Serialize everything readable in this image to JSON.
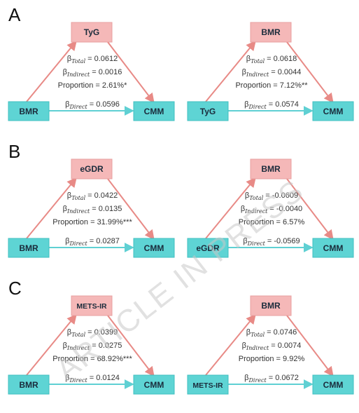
{
  "colors": {
    "mediator_fill": "#f5b8b8",
    "mediator_stroke": "#e8a0a0",
    "node_fill": "#5ed4d4",
    "node_stroke": "#40bfc0",
    "path_arrow": "#e88a86",
    "direct_arrow": "#5fd0d3"
  },
  "watermark": "ARTICLE IN PRESS",
  "panels": [
    {
      "letter": "A",
      "diagrams": [
        {
          "mediator": "TyG",
          "exposure": "BMR",
          "outcome": "CMM",
          "total_label": "β",
          "total_sub": "Total",
          "total_value": "= 0.0612",
          "indirect_label": "β",
          "indirect_sub": "Indirect",
          "indirect_value": "= 0.0016",
          "proportion": "Proportion = 2.61%*",
          "direct_label": "β",
          "direct_sub": "Direct",
          "direct_value": "= 0.0596"
        },
        {
          "mediator": "BMR",
          "exposure": "TyG",
          "outcome": "CMM",
          "total_label": "β",
          "total_sub": "Total",
          "total_value": "= 0.0618",
          "indirect_label": "β",
          "indirect_sub": "Indirect",
          "indirect_value": "= 0.0044",
          "proportion": "Proportion = 7.12%**",
          "direct_label": "β",
          "direct_sub": "Direct",
          "direct_value": "= 0.0574"
        }
      ]
    },
    {
      "letter": "B",
      "diagrams": [
        {
          "mediator": "eGDR",
          "exposure": "BMR",
          "outcome": "CMM",
          "total_label": "β",
          "total_sub": "Total",
          "total_value": "= 0.0422",
          "indirect_label": "β",
          "indirect_sub": "Indirect",
          "indirect_value": "= 0.0135",
          "proportion": "Proportion = 31.99%***",
          "direct_label": "β",
          "direct_sub": "Direct",
          "direct_value": "= 0.0287"
        },
        {
          "mediator": "BMR",
          "exposure": "eGDR",
          "outcome": "CMM",
          "total_label": "β",
          "total_sub": "Total",
          "total_value": "= -0.0609",
          "indirect_label": "β",
          "indirect_sub": "Indirect",
          "indirect_value": "= -0.0040",
          "proportion": "Proportion = 6.57%",
          "direct_label": "β",
          "direct_sub": "Direct",
          "direct_value": "= -0.0569"
        }
      ]
    },
    {
      "letter": "C",
      "diagrams": [
        {
          "mediator": "METS-IR",
          "exposure": "BMR",
          "outcome": "CMM",
          "total_label": "β",
          "total_sub": "Total",
          "total_value": "= 0.0399",
          "indirect_label": "β",
          "indirect_sub": "Indirect",
          "indirect_value": "= 0.0275",
          "proportion": "Proportion = 68.92%***",
          "direct_label": "β",
          "direct_sub": "Direct",
          "direct_value": "= 0.0124"
        },
        {
          "mediator": "BMR",
          "exposure": "METS-IR",
          "outcome": "CMM",
          "total_label": "β",
          "total_sub": "Total",
          "total_value": "= 0.0746",
          "indirect_label": "β",
          "indirect_sub": "Indirect",
          "indirect_value": "= 0.0074",
          "proportion": "Proportion = 9.92%",
          "direct_label": "β",
          "direct_sub": "Direct",
          "direct_value": "= 0.0672"
        }
      ]
    }
  ]
}
